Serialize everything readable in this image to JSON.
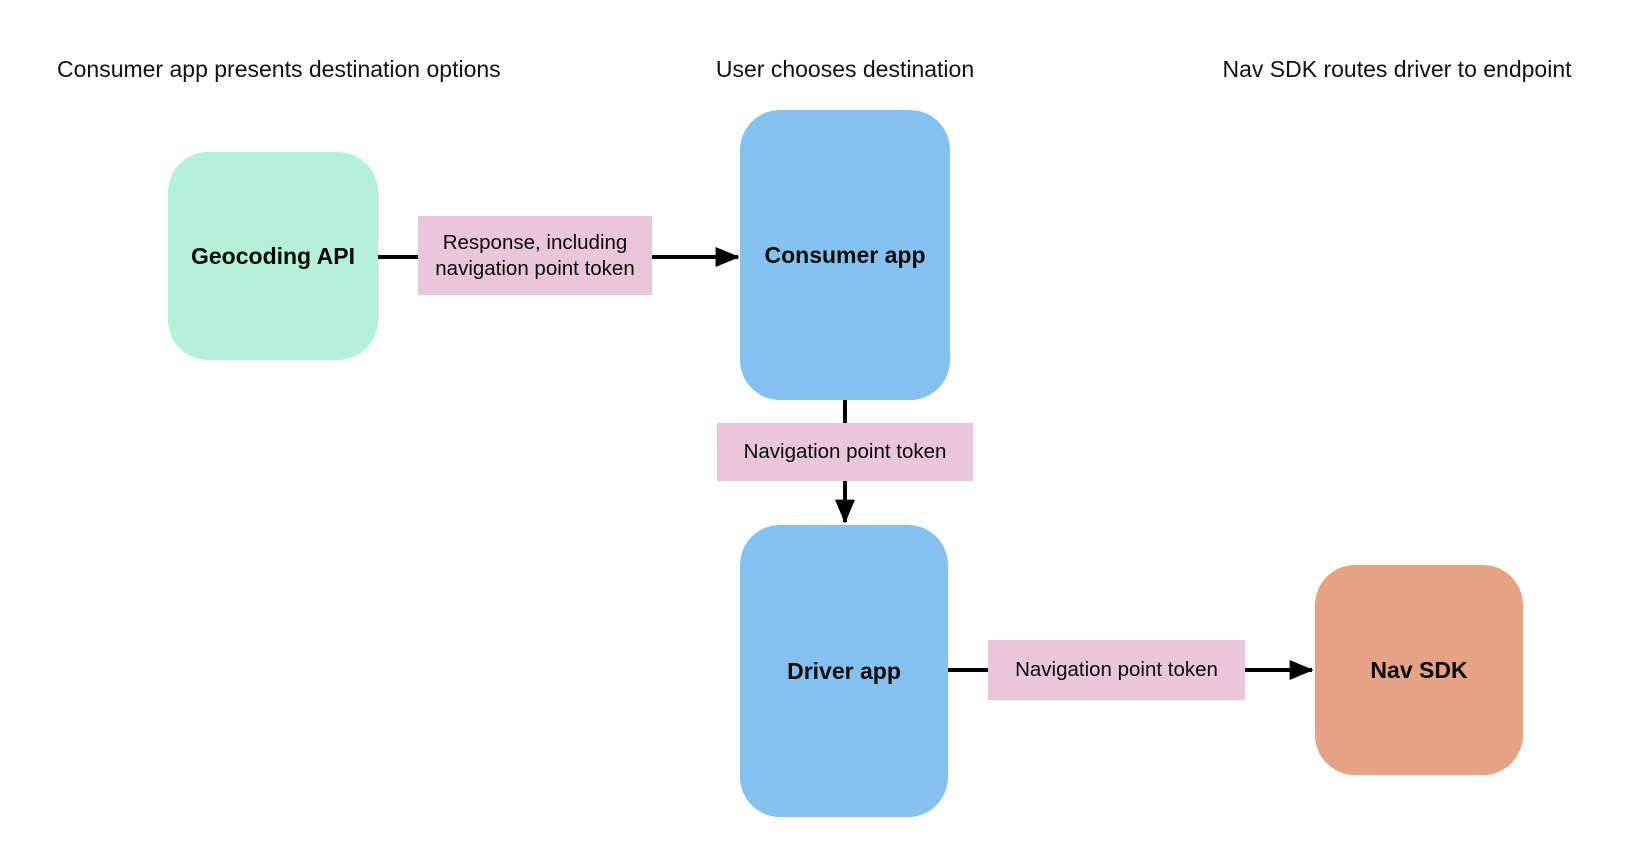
{
  "page": {
    "background": "#ffffff"
  },
  "diagram": {
    "headers": [
      {
        "id": "step-1",
        "label": "Consumer app presents destination options"
      },
      {
        "id": "step-2",
        "label": "User chooses destination"
      },
      {
        "id": "step-3",
        "label": "Nav SDK routes driver to endpoint"
      }
    ],
    "nodes": {
      "geocoding_api": {
        "label": "Geocoding API",
        "fill": "#b4f1d9"
      },
      "consumer_app": {
        "label": "Consumer app",
        "fill": "#85c1ef"
      },
      "driver_app": {
        "label": "Driver app",
        "fill": "#85c1ef"
      },
      "nav_sdk": {
        "label": "Nav SDK",
        "fill": "#e5a285"
      }
    },
    "edges": {
      "geocoding_to_consumer": {
        "from": "Geocoding API",
        "to": "Consumer app",
        "label": "Response, including navigation point token"
      },
      "consumer_to_driver": {
        "from": "Consumer app",
        "to": "Driver app",
        "label": "Navigation point token"
      },
      "driver_to_navsdk": {
        "from": "Driver app",
        "to": "Nav SDK",
        "label": "Navigation point token"
      }
    },
    "edge_label_fill": "#eac6da",
    "arrow_color": "#000000",
    "text_color": "#0f0f0f"
  }
}
